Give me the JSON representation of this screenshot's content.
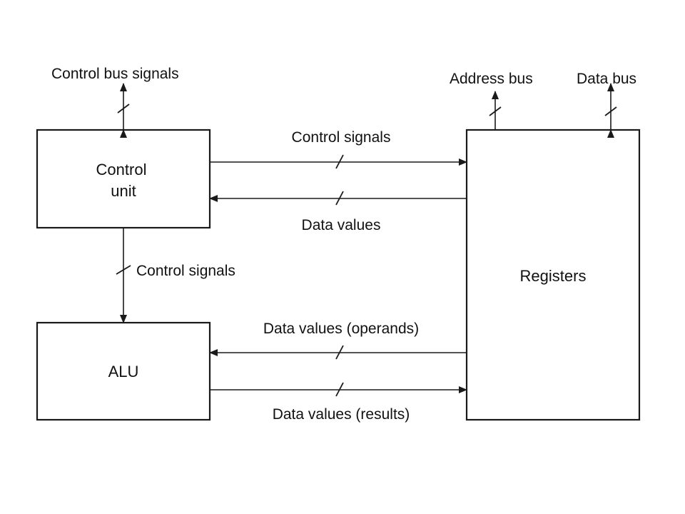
{
  "blocks": {
    "control_unit": {
      "line1": "Control",
      "line2": "unit"
    },
    "alu": "ALU",
    "registers": "Registers"
  },
  "labels": {
    "control_bus_signals": "Control bus signals",
    "address_bus": "Address bus",
    "data_bus": "Data bus",
    "control_signals_to_registers": "Control signals",
    "data_values_to_control": "Data values",
    "control_signals_to_alu": "Control signals",
    "data_values_operands": "Data values (operands)",
    "data_values_results": "Data values (results)"
  }
}
